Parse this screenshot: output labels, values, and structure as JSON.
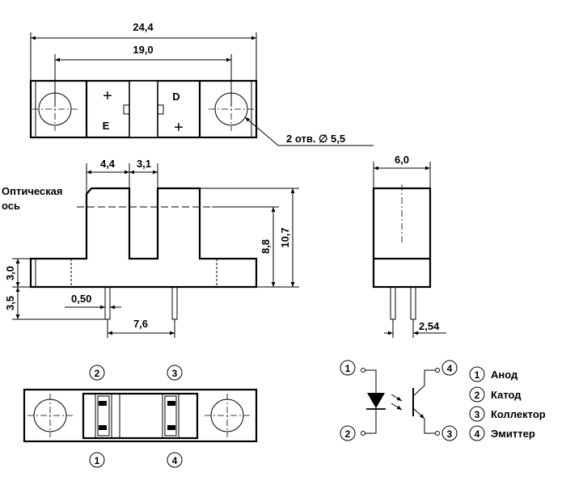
{
  "dimensions": {
    "overall_length": "24,4",
    "hole_spacing": "19,0",
    "holes_note": "2 отв. ∅ 5,5",
    "slot_offset": "4,4",
    "slot_width": "3,1",
    "width": "6,0",
    "optical_axis_height": "8,8",
    "total_height": "10,7",
    "base_height": "3,0",
    "lead_length": "3,5",
    "lead_thickness": "0,50",
    "lead_spacing": "7,6",
    "lead_pitch": "2,54"
  },
  "labels": {
    "optical_axis_line1": "Оптическая",
    "optical_axis_line2": "ось",
    "emitter_mark": "E",
    "detector_mark": "D",
    "plus": "+"
  },
  "pin_numbers": {
    "p1": "1",
    "p2": "2",
    "p3": "3",
    "p4": "4"
  },
  "legend": [
    {
      "num": "1",
      "name": "Анод"
    },
    {
      "num": "2",
      "name": "Катод"
    },
    {
      "num": "3",
      "name": "Коллектор"
    },
    {
      "num": "4",
      "name": "Эмиттер"
    }
  ]
}
